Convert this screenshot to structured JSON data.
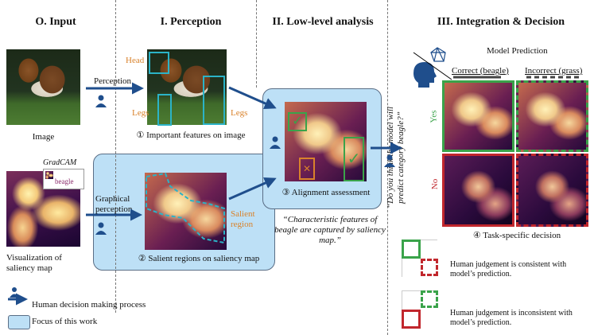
{
  "headers": {
    "input": "O. Input",
    "perception": "I. Perception",
    "lowlevel": "II. Low-level analysis",
    "integration": "III. Integration & Decision"
  },
  "input": {
    "image_label": "Image",
    "gradcam_label": "GradCAM",
    "gradcam_class": "beagle",
    "saliency_label": "Visualization of saliency map"
  },
  "perception": {
    "arrow_label": "Perception",
    "head_label": "Head",
    "legs_left_label": "Legs",
    "legs_right_label": "Legs",
    "features_caption": "① Important features on image",
    "graphical_label": "Graphical perception",
    "salient_label": "Salient region",
    "salient_caption": "② Salient regions on saliency map"
  },
  "lowlevel": {
    "alignment_caption": "③ Alignment assessment",
    "quote": "“Characteristic features of beagle are captured by saliency map.”"
  },
  "integration": {
    "question": "“Do you think the model will predict category beagle?”",
    "model_prediction": "Model Prediction",
    "correct_label": "Correct (beagle)",
    "incorrect_label": "Incorrect (grass)",
    "yes_label": "Yes",
    "no_label": "No",
    "decision_caption": "④ Task-specific decision",
    "consistent_text": "Human judgement is consistent with model’s prediction.",
    "inconsistent_text": "Human judgement is inconsistent with model’s prediction."
  },
  "legend": {
    "process_label": "Human decision making process",
    "focus_label": "Focus of this work"
  },
  "colors": {
    "arrow": "#1f4e8c",
    "highlight_cyan": "#2bb3c7",
    "focus_fill": "#bde0f6",
    "green": "#3aa34a",
    "red": "#c1272d",
    "orange": "#d9822b"
  }
}
